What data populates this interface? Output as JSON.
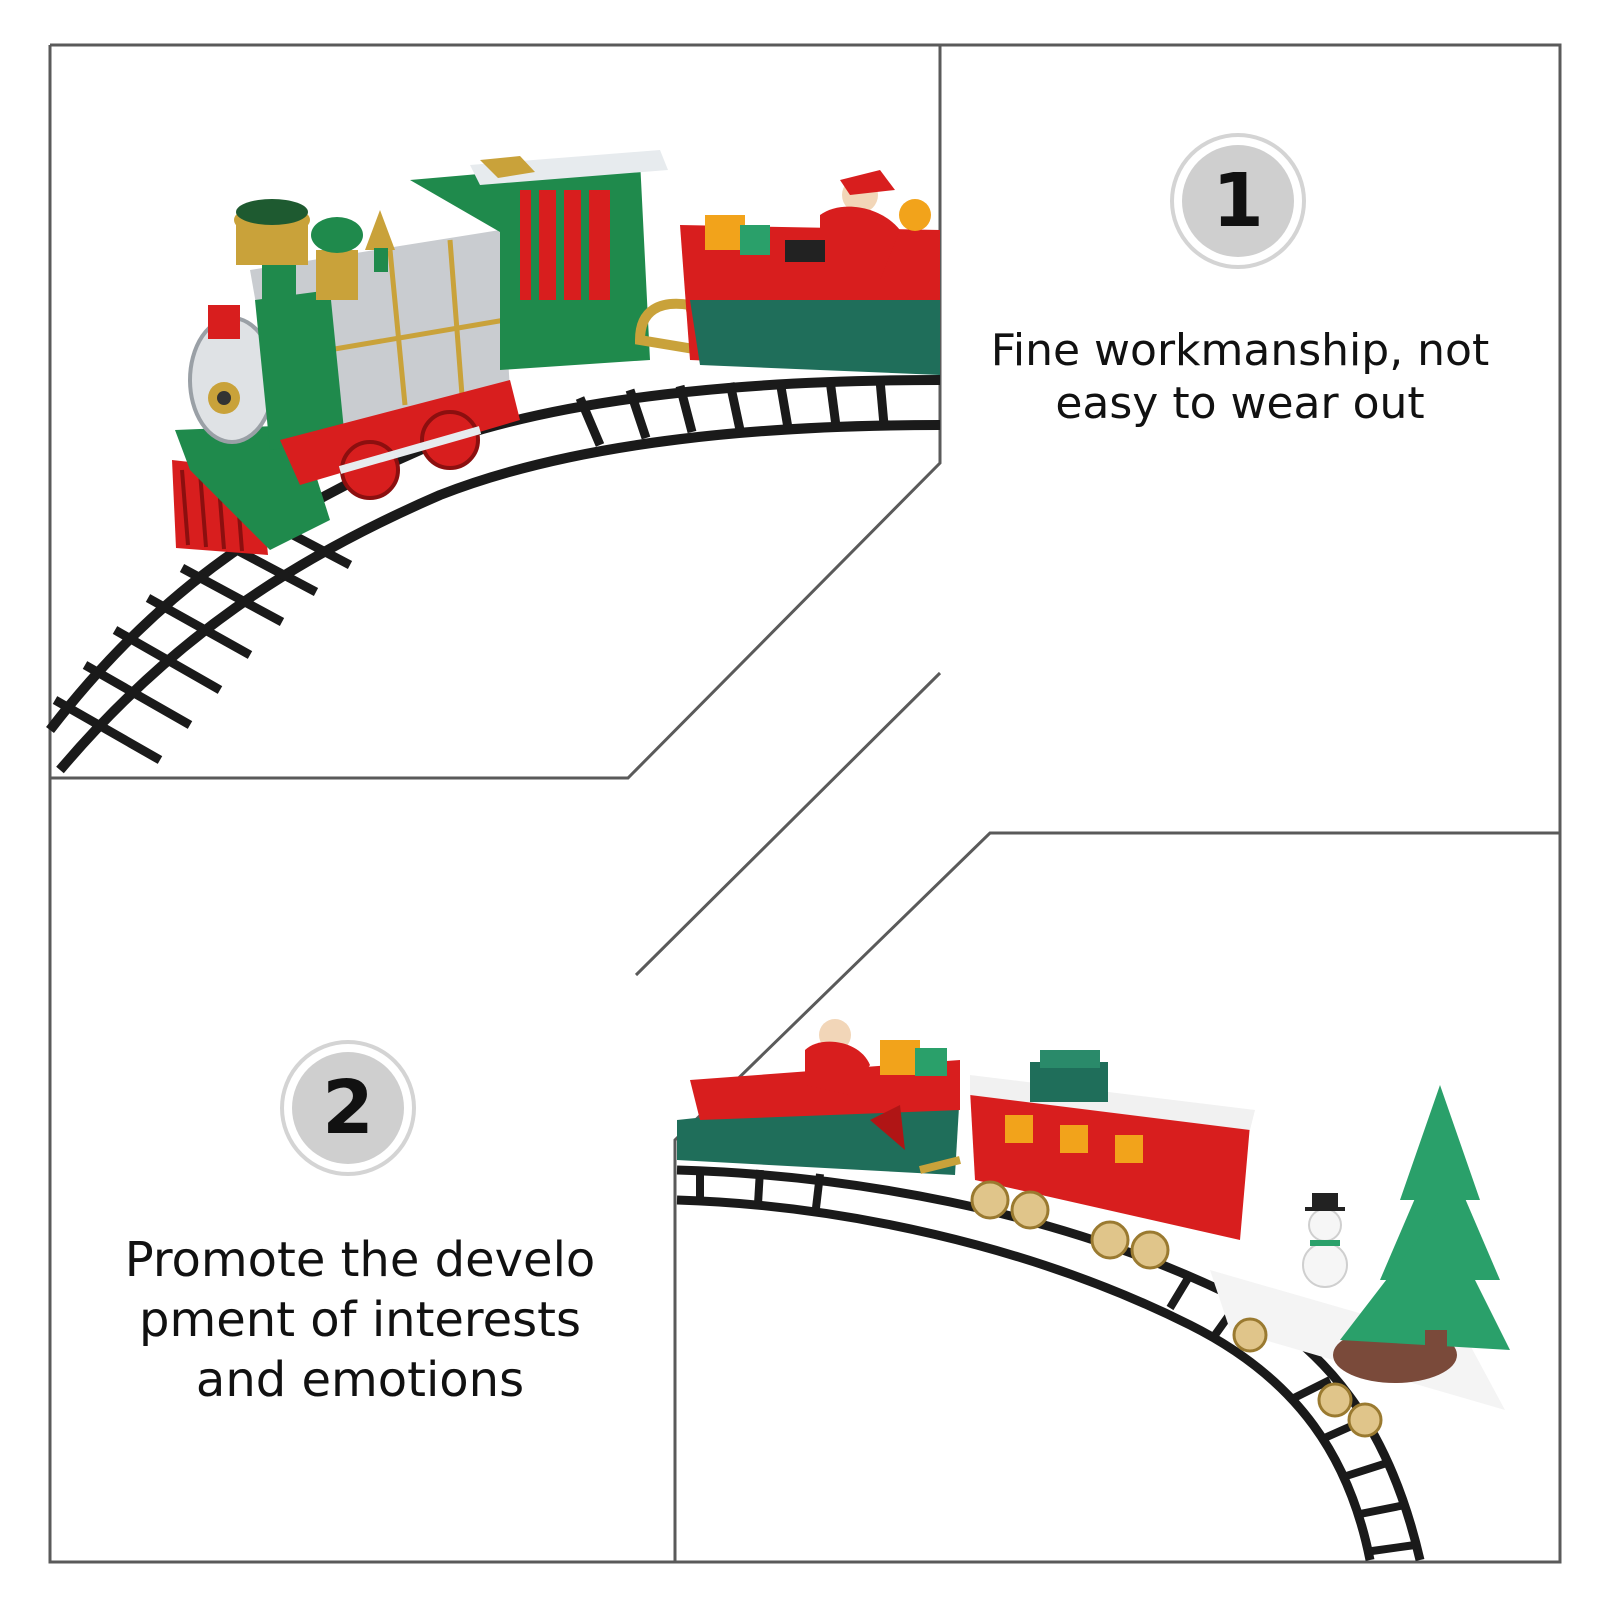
{
  "feature_1": {
    "number": "1",
    "caption_lines": [
      "Fine workmanship, not",
      "easy to wear out"
    ]
  },
  "feature_2": {
    "number": "2",
    "caption_lines": [
      "Promote the develo",
      "pment of interests",
      "and emotions"
    ]
  },
  "colors": {
    "frame_line": "#5a5a5a",
    "badge_ring": "#d4d4d4",
    "badge_fill": "#cfcfcf",
    "train_green": "#1f8a4c",
    "train_red": "#d81e1e",
    "train_silver": "#c9ccd0",
    "gold": "#c9a23a",
    "track": "#1a1a1a",
    "tree_green": "#2aa06a"
  },
  "icons": [
    "steam-locomotive-icon",
    "santa-sleigh-car-icon",
    "caboose-car-icon",
    "christmas-tree-icon",
    "snowman-icon"
  ]
}
